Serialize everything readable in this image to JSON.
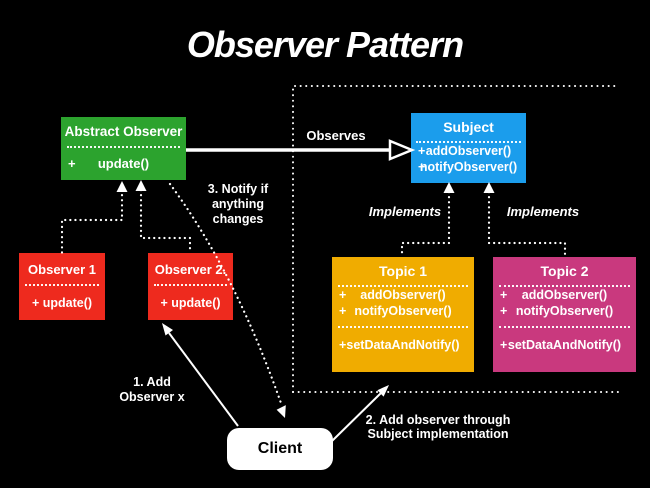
{
  "title": "Observer Pattern",
  "colors": {
    "background": "#000000",
    "abstract_observer": "#2CA32E",
    "subject": "#1B9DEC",
    "observer": "#EE2A1E",
    "topic1": "#F0AC00",
    "topic2": "#C9397E",
    "client": "#FFFFFF",
    "line": "#FFFFFF"
  },
  "glyphs": {
    "plus": "+"
  },
  "boxes": {
    "abstract_observer": {
      "title": "Abstract Observer",
      "method": "update()"
    },
    "subject": {
      "title": "Subject",
      "methods": [
        "addObserver()",
        "notifyObserver()"
      ]
    },
    "observer1": {
      "title": "Observer 1",
      "method": "+ update()"
    },
    "observer2": {
      "title": "Observer 2.",
      "method": "+ update()"
    },
    "topic1": {
      "title": "Topic 1",
      "methods": [
        "addObserver()",
        "notifyObserver()"
      ],
      "method2": "setDataAndNotify()"
    },
    "topic2": {
      "title": "Topic 2",
      "methods": [
        "addObserver()",
        "notifyObserver()"
      ],
      "method2": "setDataAndNotify()"
    },
    "client": {
      "label": "Client"
    }
  },
  "labels": {
    "observes": "Observes",
    "notify_line1": "3. Notify if",
    "notify_line2": "anything",
    "notify_line3": "changes",
    "implements_left": "Implements",
    "implements_right": "Implements",
    "add_observer_line1": "1. Add",
    "add_observer_line2": "Observer x",
    "add_through_line1": "2. Add observer through",
    "add_through_line2": "Subject implementation"
  }
}
